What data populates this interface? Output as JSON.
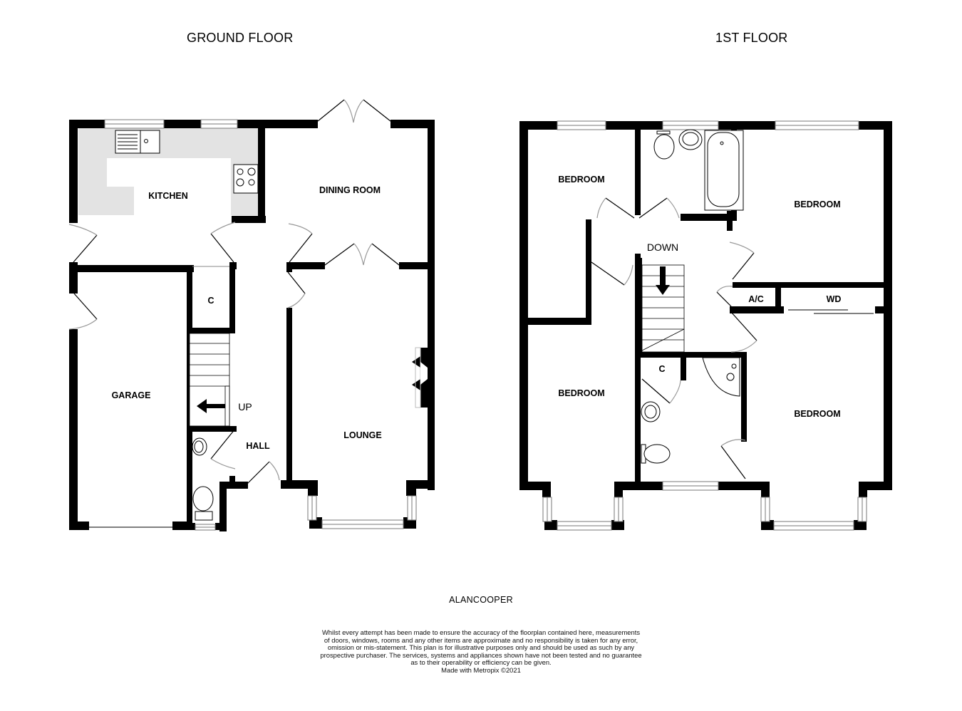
{
  "titles": {
    "ground_floor": "GROUND FLOOR",
    "first_floor": "1ST FLOOR"
  },
  "ground_floor": {
    "rooms": [
      {
        "id": "kitchen",
        "label": "KITCHEN"
      },
      {
        "id": "dining_room",
        "label": "DINING ROOM"
      },
      {
        "id": "cupboard",
        "label": "C"
      },
      {
        "id": "garage",
        "label": "GARAGE"
      },
      {
        "id": "lounge",
        "label": "LOUNGE"
      },
      {
        "id": "hall",
        "label": "HALL"
      }
    ],
    "stairs_label": "UP"
  },
  "first_floor": {
    "rooms": [
      {
        "id": "bedroom_1",
        "label": "BEDROOM"
      },
      {
        "id": "bedroom_2",
        "label": "BEDROOM"
      },
      {
        "id": "bedroom_3",
        "label": "BEDROOM"
      },
      {
        "id": "bedroom_4",
        "label": "BEDROOM"
      },
      {
        "id": "airing_cupboard",
        "label": "A/C"
      },
      {
        "id": "wardrobe",
        "label": "WD"
      },
      {
        "id": "cupboard",
        "label": "C"
      }
    ],
    "stairs_label": "DOWN"
  },
  "footer": {
    "brand": "ALANCOOPER",
    "disclaimer_lines": [
      "Whilst every attempt has been made to ensure the accuracy of the floorplan contained here, measurements",
      "of doors, windows, rooms and any other items are approximate and no responsibility is taken for any error,",
      "omission or mis-statement. This plan is for illustrative purposes only and should be used as such by any",
      "prospective purchaser. The services, systems and appliances shown have not been tested and no guarantee",
      "as to their operability or efficiency can be given.",
      "Made with Metropix ©2021"
    ]
  },
  "colors": {
    "wall": "#000000",
    "worktop": "#e3e3e3",
    "window_line": "#777777",
    "door_arc": "#999999"
  }
}
